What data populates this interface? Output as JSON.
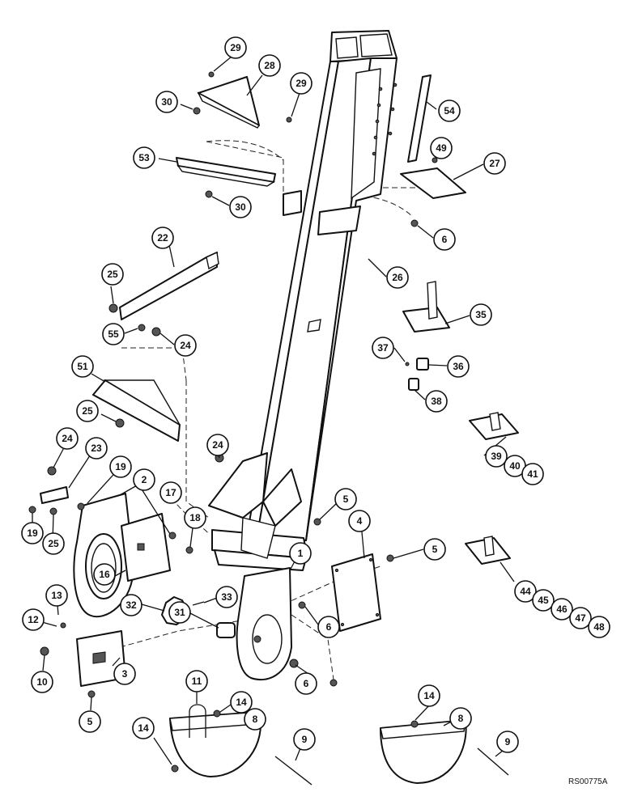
{
  "reference_code": "RS00775A",
  "callouts": {
    "c29a": "29",
    "c28": "28",
    "c30a": "30",
    "c29b": "29",
    "c54": "54",
    "c53": "53",
    "c49": "49",
    "c27": "27",
    "c30b": "30",
    "c6a": "6",
    "c22": "22",
    "c25a": "25",
    "c26": "26",
    "c35": "35",
    "c55": "55",
    "c24a": "24",
    "c37": "37",
    "c36": "36",
    "c51": "51",
    "c38": "38",
    "c25b": "25",
    "c24b": "24",
    "c23": "23",
    "c19a": "19",
    "c2": "2",
    "c24c": "24",
    "c39": "39",
    "c40": "40",
    "c41": "41",
    "c17": "17",
    "c18": "18",
    "c5a": "5",
    "c19b": "19",
    "c25c": "25",
    "c4": "4",
    "c5b": "5",
    "c16": "16",
    "c1": "1",
    "c13": "13",
    "c33": "33",
    "c32": "32",
    "c44": "44",
    "c45": "45",
    "c46": "46",
    "c47": "47",
    "c48": "48",
    "c12": "12",
    "c31": "31",
    "c6b": "6",
    "c10": "10",
    "c3": "3",
    "c6c": "6",
    "c5c": "5",
    "c11": "11",
    "c14a": "14",
    "c8a": "8",
    "c14b": "14",
    "c8b": "8",
    "c9a": "9",
    "c14c": "14",
    "c9b": "9"
  }
}
